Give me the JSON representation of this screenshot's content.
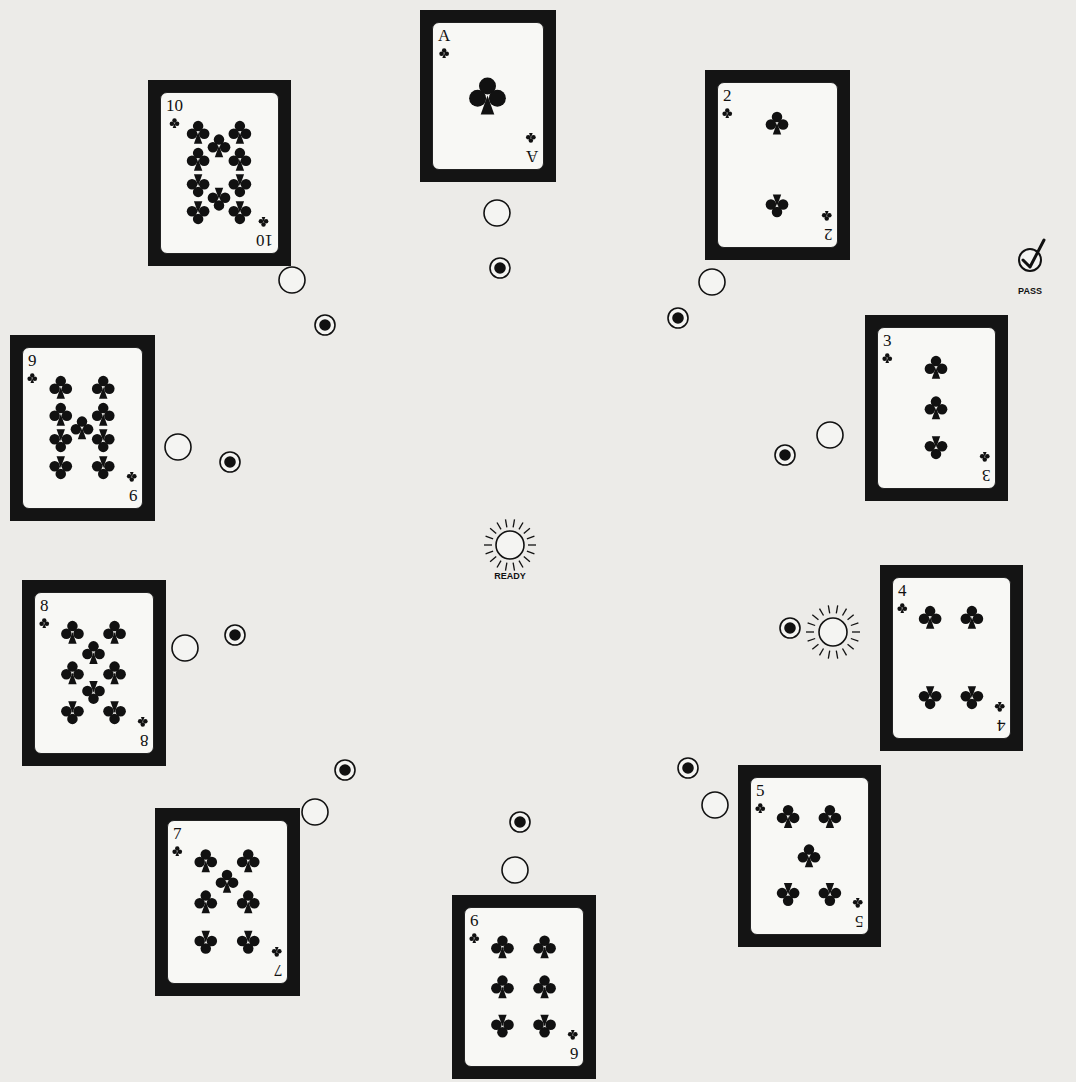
{
  "diagram": {
    "nodes": [
      {
        "text": [
          "A",
          "A"
        ]
      },
      {
        "text": [
          "2",
          "2"
        ]
      },
      {
        "text": [
          "10",
          "10"
        ]
      },
      {
        "text": [
          "3",
          "3"
        ]
      },
      {
        "text": [
          "9",
          "9"
        ]
      },
      {
        "text": [
          "4",
          "4"
        ]
      },
      {
        "text": [
          "8",
          "8"
        ]
      },
      {
        "text": [
          "5",
          "5"
        ]
      },
      {
        "text": [
          "7",
          "7"
        ]
      },
      {
        "text": [
          "6",
          "6"
        ]
      }
    ],
    "labels": [
      "READY",
      "PASS"
    ]
  }
}
